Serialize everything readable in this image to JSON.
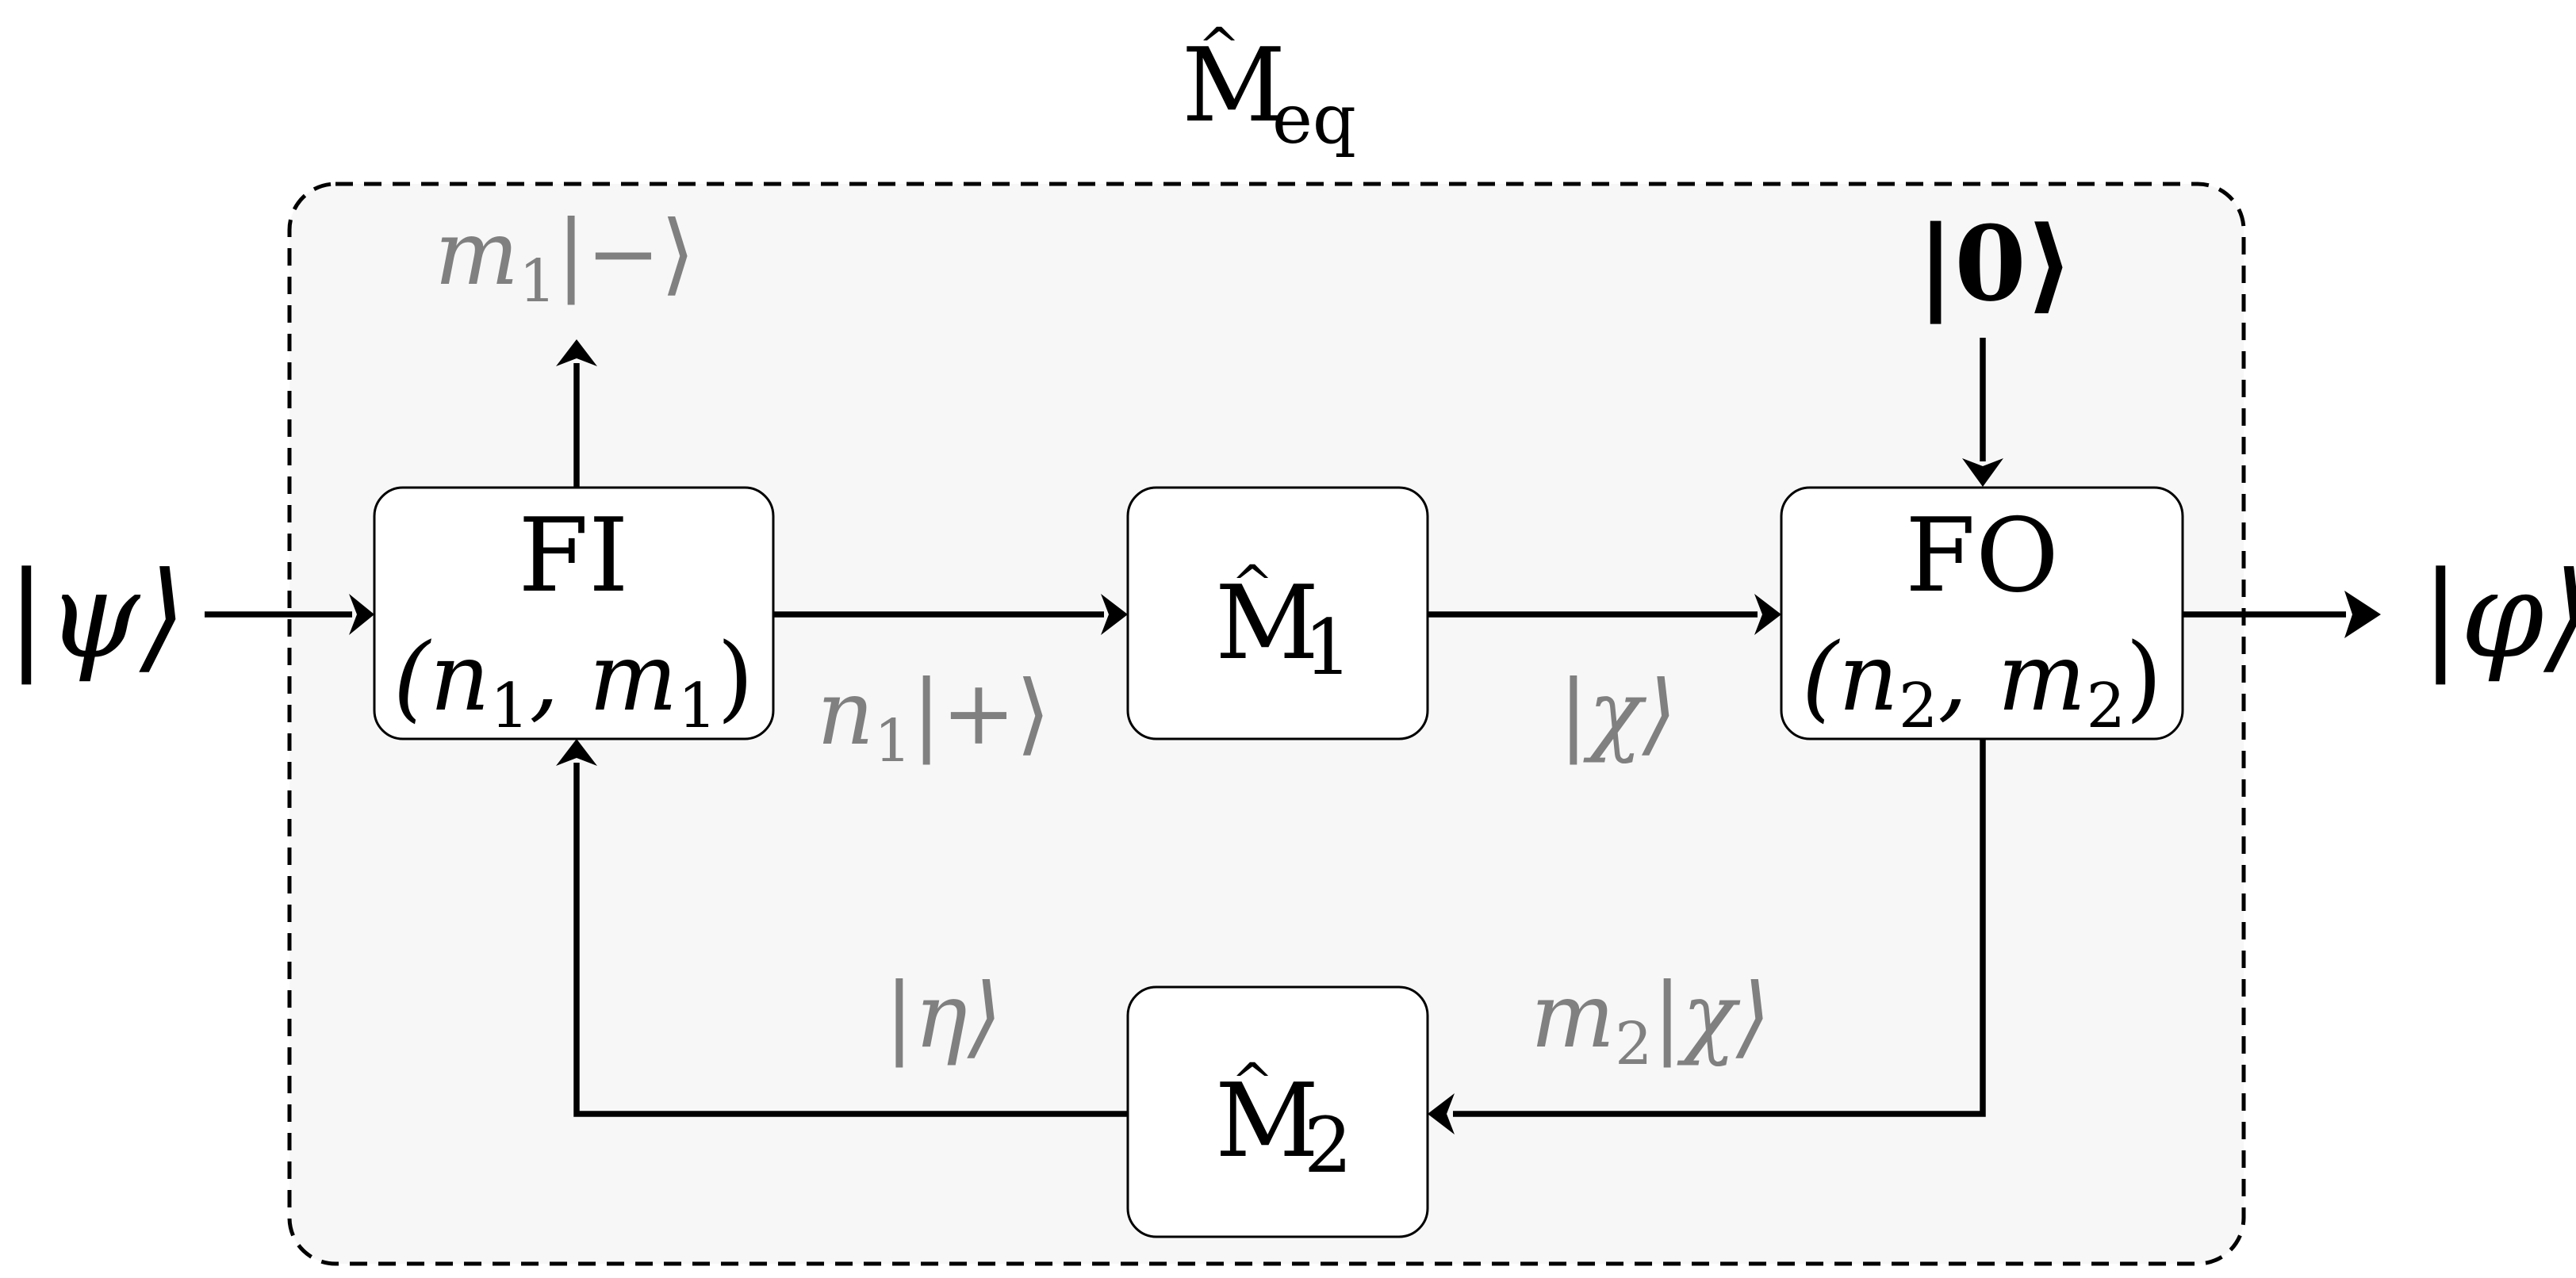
{
  "colors": {
    "line": "#000000",
    "box_fill": "#ffffff",
    "region_fill": "#f7f7f7",
    "label_gray": "#808080"
  },
  "equivalent_block": {
    "symbol": "M",
    "hat": "^",
    "subscript": "eq"
  },
  "input_state": "|ψ⟩",
  "output_state": "|φ⟩",
  "ancilla_state": "|0⟩",
  "fi_box": {
    "title": "FI",
    "params": "(n",
    "n_sub": "1",
    "comma": ", m",
    "m_sub": "1",
    "close": ")"
  },
  "m1_box": {
    "symbol": "M",
    "hat": "^",
    "subscript": "1"
  },
  "fo_box": {
    "title": "FO",
    "params": "(n",
    "n_sub": "2",
    "comma": ", m",
    "m_sub": "2",
    "close": ")"
  },
  "m2_box": {
    "symbol": "M",
    "hat": "^",
    "subscript": "2"
  },
  "labels": {
    "discard": {
      "coef": "m",
      "sub": "1",
      "ket": "|−⟩"
    },
    "fi_to_m1": {
      "coef": "n",
      "sub": "1",
      "ket": "|+⟩"
    },
    "m1_to_fo": {
      "ket": "|χ⟩"
    },
    "fo_to_m2": {
      "coef": "m",
      "sub": "2",
      "ket": "|χ⟩"
    },
    "m2_to_fi": {
      "ket": "|η⟩"
    }
  }
}
